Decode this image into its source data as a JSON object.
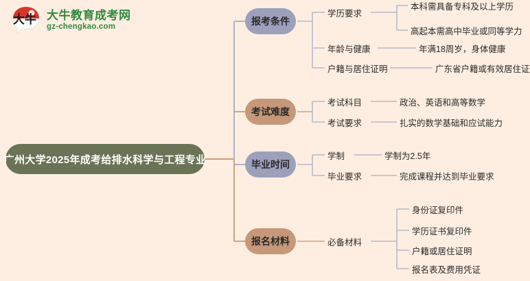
{
  "brand": {
    "mark_text": "大牛",
    "title": "大牛教育成考网",
    "domain": "gz-chengkao.com",
    "color": "#2f8a3d",
    "mark_top_color": "#d8352a"
  },
  "palette": {
    "background": "#fdeee1",
    "root_fill": "#6b7356",
    "root_text": "#ffffff",
    "branch_lavender": "#9ca0bb",
    "branch_tan": "#c69879",
    "wire_lavender": "#b0b3c8",
    "wire_tan": "#d2a183",
    "text_dark": "#2b2b2b"
  },
  "mindmap": {
    "root": "广州大学2025年成考给排水科学与工程专业",
    "branches": [
      {
        "label": "报考条件",
        "color_key": "branch_lavender",
        "children": [
          {
            "label": "学历要求",
            "leaves": [
              "本科需具备专科及以上学历",
              "高起本需高中毕业或同等学力"
            ]
          },
          {
            "label": "年龄与健康",
            "leaves": [
              "年满18周岁，身体健康"
            ]
          },
          {
            "label": "户籍与居住证明",
            "leaves": [
              "广东省户籍或有效居住证"
            ]
          }
        ]
      },
      {
        "label": "考试难度",
        "color_key": "branch_tan",
        "children": [
          {
            "label": "考试科目",
            "leaves": [
              "政治、英语和高等数学"
            ]
          },
          {
            "label": "考试要求",
            "leaves": [
              "扎实的数学基础和应试能力"
            ]
          }
        ]
      },
      {
        "label": "毕业时间",
        "color_key": "branch_lavender",
        "children": [
          {
            "label": "学制",
            "leaves": [
              "学制为2.5年"
            ]
          },
          {
            "label": "毕业要求",
            "leaves": [
              "完成课程并达到毕业要求"
            ]
          }
        ]
      },
      {
        "label": "报名材料",
        "color_key": "branch_tan",
        "children": [
          {
            "label": "必备材料",
            "leaves": [
              "身份证复印件",
              "学历证书复印件",
              "户籍或居住证明",
              "报名表及费用凭证"
            ]
          }
        ]
      }
    ]
  }
}
